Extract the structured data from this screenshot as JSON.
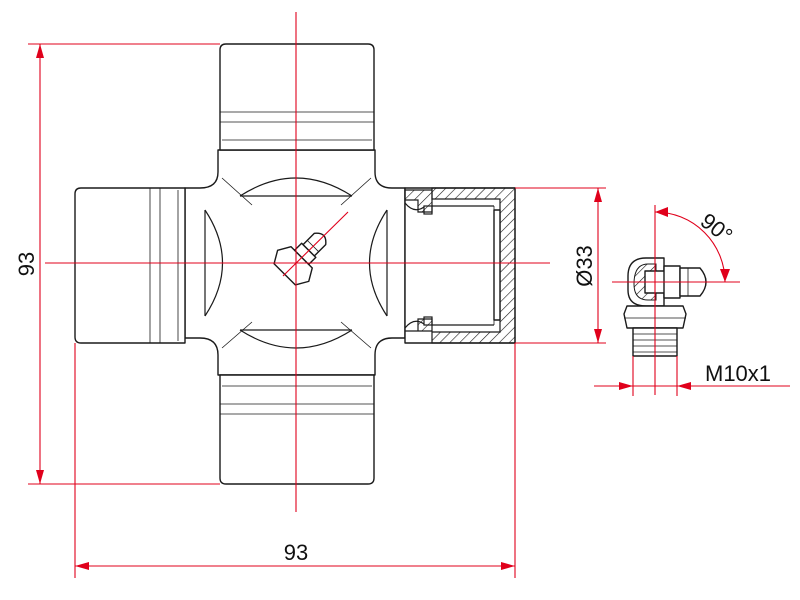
{
  "drawing": {
    "dimensions": {
      "height": "93",
      "width": "93",
      "cap_diameter": "Ø33",
      "fitting_angle": "90°",
      "thread": "M10x1"
    },
    "colors": {
      "outline": "#1a1a1a",
      "dimension_lines": "#e0001b",
      "background": "#ffffff"
    }
  }
}
